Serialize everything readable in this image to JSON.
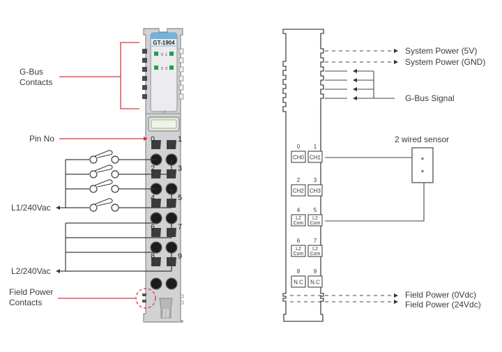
{
  "module": {
    "model": "GT-1904",
    "led_labels": [
      "0",
      "1",
      "2",
      "3"
    ],
    "pin_numbers": [
      "0",
      "1",
      "2",
      "3",
      "4",
      "5",
      "6",
      "7",
      "8",
      "9"
    ],
    "led_color": "#1aa34a",
    "header_color": "#6fb3e0"
  },
  "left_labels": {
    "gbus_line1": "G-Bus",
    "gbus_line2": "Contacts",
    "pin_no": "Pin No",
    "l1": "L1/240Vac",
    "l2": "L2/240Vac",
    "field_line1": "Field Power",
    "field_line2": "Contacts"
  },
  "right_labels": {
    "sys_5v": "System Power (5V)",
    "sys_gnd": "System Power (GND)",
    "gbus_signal": "G-Bus Signal",
    "sensor": "2 wired sensor",
    "sensor_marks": [
      "*",
      "*"
    ],
    "field_0v": "Field Power (0Vdc)",
    "field_24v": "Field Power (24Vdc)"
  },
  "terminals": [
    {
      "num": "0",
      "label": [
        "CH0"
      ]
    },
    {
      "num": "1",
      "label": [
        "CH1"
      ]
    },
    {
      "num": "2",
      "label": [
        "CH2"
      ]
    },
    {
      "num": "3",
      "label": [
        "CH3"
      ]
    },
    {
      "num": "4",
      "label": [
        "L2",
        "Com"
      ]
    },
    {
      "num": "5",
      "label": [
        "L2",
        "Com"
      ]
    },
    {
      "num": "6",
      "label": [
        "L2",
        "Com"
      ]
    },
    {
      "num": "7",
      "label": [
        "L2",
        "Com"
      ]
    },
    {
      "num": "8",
      "label": [
        "N.C"
      ]
    },
    {
      "num": "9",
      "label": [
        "N.C"
      ]
    }
  ],
  "colors": {
    "callout": "#e0303a",
    "wire": "#3a3a3a",
    "module_body": "#c9c9cb",
    "module_edge": "#8a8a8c"
  }
}
